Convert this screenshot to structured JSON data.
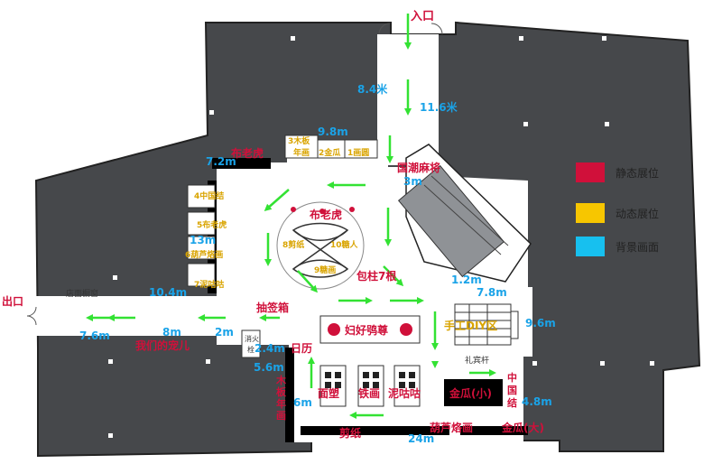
{
  "labels": {
    "entrance": "入口",
    "exit": "出口",
    "d_84": "8.4米",
    "d_116": "11.6米",
    "d_98": "9.8m",
    "d_72": "7.2m",
    "d_13": "13m",
    "d_104": "10.4m",
    "d_8": "8m",
    "d_2": "2m",
    "d_76": "7.6m",
    "d_24": "2.4m",
    "d_56": "5.6m",
    "d_12": "1.2m",
    "d_78": "7.8m",
    "d_96": "9.6m",
    "d_48": "4.8m",
    "d_24m": "24m",
    "d_3": "3m",
    "d_6": "6m",
    "bulaohu_top": "布老虎",
    "bulaohu_center": "布老虎",
    "wood_3": "3木板",
    "wood_3b": "年画",
    "goldmelon_2": "2金瓜",
    "painting_1": "1画圆",
    "guochao": "国潮麻将",
    "item_4": "4中国结",
    "item_5": "5布老虎",
    "item_6": "6葫芦烙画",
    "item_7": "7泥咕咕",
    "item_8": "8剪纸",
    "item_10": "10糖人",
    "item_9": "9糖画",
    "baozhu": "包柱7根",
    "shop_window": "店面橱窗",
    "chouqian": "抽签箱",
    "fuhao": "妇好鸮尊",
    "shougong": "手工DIY区",
    "our_pets": "我们的宠儿",
    "fire_1": "消火",
    "fire_2": "栓",
    "rili": "日历",
    "muban_1": "木",
    "muban_2": "板",
    "muban_3": "年",
    "muban_4": "画",
    "miansu": "面塑",
    "tiehua": "铁画",
    "niguguzhan": "泥咕咕",
    "jingua_small": "金瓜(小)",
    "jingua_big": "金瓜(大)",
    "zhongguojie_1": "中",
    "zhongguojie_2": "国",
    "zhongguojie_3": "结",
    "liban": "礼宾杆",
    "jianzhi": "剪纸",
    "hulu": "葫芦烙画"
  },
  "legend": [
    {
      "label": "静态展位",
      "color": "#d0103a"
    },
    {
      "label": "动态展位",
      "color": "#f7c600"
    },
    {
      "label": "背景画面",
      "color": "#17c0ef"
    }
  ],
  "colors": {
    "building": "#46484b",
    "walkway": "#ffffff",
    "arrow": "#33e233",
    "static": "#d0103a",
    "dynamic": "#f7c600",
    "background": "#17c0ef"
  }
}
